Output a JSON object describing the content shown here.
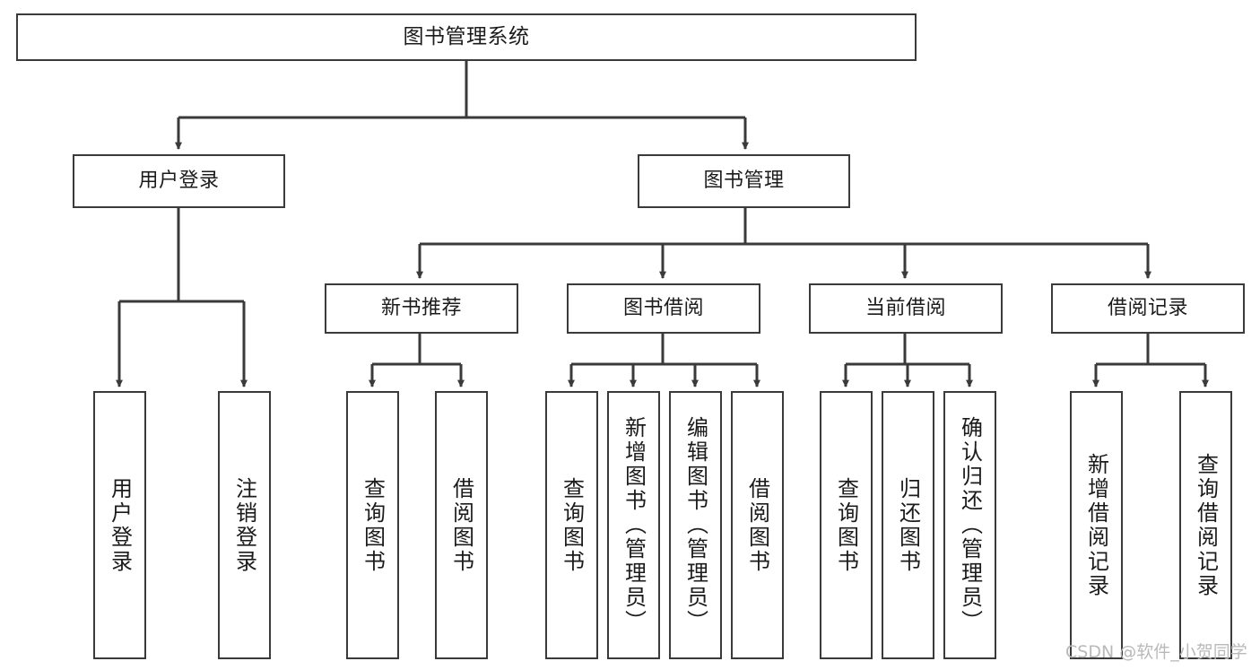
{
  "diagram": {
    "title": "图书管理系统",
    "type": "tree",
    "orientation": "top-down",
    "line_color": "#3a3a3a",
    "box_border_color": "#3a3a3a",
    "box_fill_color": "#ffffff",
    "text_color": "#1b1b1b",
    "watermark": "CSDN @软件_小贺同学",
    "watermark_color": "#b9b9b9"
  },
  "nodes": {
    "root": {
      "label": "图书管理系统"
    },
    "level2": [
      {
        "label": "用户登录"
      },
      {
        "label": "图书管理"
      }
    ],
    "level3": [
      {
        "label": "新书推荐"
      },
      {
        "label": "图书借阅"
      },
      {
        "label": "当前借阅"
      },
      {
        "label": "借阅记录"
      }
    ],
    "leaves": {
      "user_login": [
        {
          "label": "用户登录"
        },
        {
          "label": "注销登录"
        }
      ],
      "new_book": [
        {
          "label": "查询图书"
        },
        {
          "label": "借阅图书"
        }
      ],
      "book_borrow": [
        {
          "label": "查询图书"
        },
        {
          "label": "新增图书（管理员）"
        },
        {
          "label": "编辑图书（管理员）"
        },
        {
          "label": "借阅图书"
        }
      ],
      "current_borrow": [
        {
          "label": "查询图书"
        },
        {
          "label": "归还图书"
        },
        {
          "label": "确认归还（管理员）"
        }
      ],
      "borrow_record": [
        {
          "label": "新增借阅记录"
        },
        {
          "label": "查询借阅记录"
        }
      ]
    }
  },
  "chart_data": {
    "type": "tree",
    "title": "图书管理系统",
    "root": "图书管理系统",
    "edges": [
      [
        "图书管理系统",
        "用户登录"
      ],
      [
        "图书管理系统",
        "图书管理"
      ],
      [
        "用户登录",
        "用户登录"
      ],
      [
        "用户登录",
        "注销登录"
      ],
      [
        "图书管理",
        "新书推荐"
      ],
      [
        "图书管理",
        "图书借阅"
      ],
      [
        "图书管理",
        "当前借阅"
      ],
      [
        "图书管理",
        "借阅记录"
      ],
      [
        "新书推荐",
        "查询图书"
      ],
      [
        "新书推荐",
        "借阅图书"
      ],
      [
        "图书借阅",
        "查询图书"
      ],
      [
        "图书借阅",
        "新增图书（管理员）"
      ],
      [
        "图书借阅",
        "编辑图书（管理员）"
      ],
      [
        "图书借阅",
        "借阅图书"
      ],
      [
        "当前借阅",
        "查询图书"
      ],
      [
        "当前借阅",
        "归还图书"
      ],
      [
        "当前借阅",
        "确认归还（管理员）"
      ],
      [
        "借阅记录",
        "新增借阅记录"
      ],
      [
        "借阅记录",
        "查询借阅记录"
      ]
    ]
  }
}
